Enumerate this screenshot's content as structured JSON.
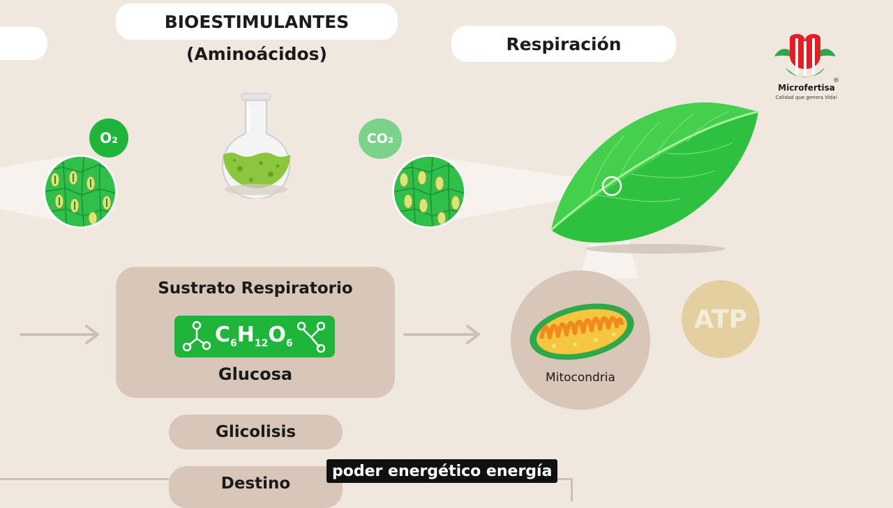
{
  "title": "BIOESTIMULANTES",
  "subtitle": "(Aminoácidos)",
  "respiration_label": "Respiración",
  "o2_label": "O₂",
  "co2_label": "CO₂",
  "substrate": {
    "title": "Sustrato Respiratorio",
    "formula_c": "C",
    "formula_c_sub": "6",
    "formula_h": "H",
    "formula_h_sub": "12",
    "formula_o": "O",
    "formula_o_sub": "6",
    "name": "Glucosa"
  },
  "glycolysis_label": "Glicolisis",
  "destination_label": "Destino",
  "mitochondria_label": "Mitocondria",
  "atp_label": "ATP",
  "caption": "poder energético energía",
  "brand": {
    "name": "Microfertisa",
    "tagline": "Calidad que genera Vida!",
    "registered": "®"
  },
  "colors": {
    "background": "#f0e8df",
    "green": "#1eb53a",
    "box": "#d8c7b8",
    "atp": "#e4cfa0",
    "brand_red": "#e31e24"
  }
}
